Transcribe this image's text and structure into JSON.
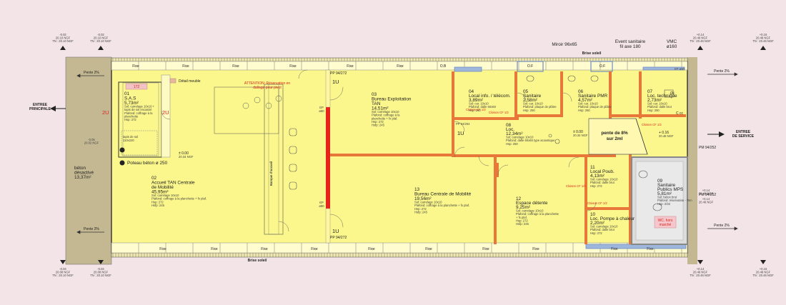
{
  "colors": {
    "background": "#f3e4e7",
    "room_fill": "#fbf78c",
    "exterior_fill": "#c4b892",
    "wall_dark": "#444444",
    "partition_orange": "#e8783a",
    "fire_wall_red": "#e8231c",
    "window_blue": "#6e8fc4",
    "wc_gray": "#a9a9a9"
  },
  "entrances": {
    "main": "ENTREE\nPRINCIPALE",
    "service": "ENTREE\nDE SERVICE"
  },
  "top_labels": {
    "mirror": "Miroir 96x65",
    "event": "Event sanitaire\nfil axe 180",
    "vmc": "VMC\nø160",
    "brise_top": "Brise soleil",
    "brise_bottom": "Brise soleil"
  },
  "slopes": {
    "left_top": "Pente 2%",
    "left_bottom": "Pente 2%",
    "right_top": "Pente 2%",
    "right_bottom": "Pente 2%",
    "slope_8": "pente de 8%\nsur 2ml"
  },
  "levels": {
    "top_left_1": "-0.02\n20.10 NGF\nTN : 20.10 NGF",
    "top_left_2": "-0.02\n20.10 NGF\nTN : 20.10 NGF",
    "top_right_1": "+0.14\n20.46 NGF\nTN : 20.46 NGF",
    "top_right_2": "+0.16\n20.48 NGF\nTN : 20.46 NGF",
    "bot_left_1": "-0.04\n20.08 NGF\nTN : 20.10 NGF",
    "bot_left_2": "-0.04\n20.08 NGF\nTN : 20.10 NGF",
    "bot_right_1": "+0.14\n20.46 NGF\nTN : 20.46 NGF",
    "bot_right_2": "+0.16\n20.48 NGF\nTN : 20.46 NGF",
    "left_mid": "-0.05\n20.02 NGF",
    "main_entry": "± 0.00\n20.34 NGF",
    "loc_08": "± 0.00\n20.34 NGF",
    "loc_08b": "+ 0.16\n20.48 NGF",
    "right_a": "+0.14\n20.46 NGF",
    "right_b": "+0.14\n20.46 NGF"
  },
  "rooms": {
    "r01": {
      "name": "01\nS.A.S",
      "area": "5,73m²",
      "details": "Sol: carrelage 10x10 +\ntapis de sol encastré\nPlafond: coffrage à la\nplanchette\nHsp: 272"
    },
    "r02": {
      "name": "02\nAccueil TAN Centrale\nde Mobilité",
      "area": "45,95m²",
      "details": "Sol: carrelage 10x10\nPlafond: coffrage à la planchette + fx plaf.\nHsp: 272\nHsfp: 245"
    },
    "r03": {
      "name": "03\nBureau Exploitation\nTAN",
      "area": "14,51m²",
      "details": "Sol: carrelage 10x10\nPlafond: coffrage à la\nplanchette + fx plaf.\nHsp: 272\nHsfp: 245"
    },
    "r04": {
      "name": "04\nLocal info. / télécom.",
      "area": "3,89m²",
      "details": "Sol: car. 10x10\nPlafond: dalle 60x60\nHsp: 250"
    },
    "r05": {
      "name": "05\nSanitaire",
      "area": "2,58m²",
      "details": "Sol: car. 10x10\nPlafond: plaque de plâtre\nHsp: 250"
    },
    "r06": {
      "name": "06\nSanitaire PMR",
      "area": "4,57m²",
      "details": "Sol: car. 10x10\nPlafond: plaque de plâtre\nHsp: 250"
    },
    "r07": {
      "name": "07\nLoc. technique",
      "area": "2,73m²",
      "details": "Sol: car. 10x10\nPlafond: dalle brut\nHsp: 250"
    },
    "r08": {
      "name": "08\nLoc.",
      "area": "12,34m²",
      "details": "Sol: carrelage 10x10\nPlafond: dalle 60x60 type acoustique\nHsp: 250"
    },
    "r09": {
      "name": "09\nSanitaire\nPublics MPS",
      "area": "5,81m²",
      "details": "Sol: béton brut\nPlafond: réservation - Tsm\nHsp: 2/32"
    },
    "r10": {
      "name": "10\nLoc. Pompe à chaleur",
      "area": "2,20m²",
      "details": "Sol: carrelage 10x10\nPlafond: dalle brut\nHsp: 272"
    },
    "r11": {
      "name": "11\nLocal Poub.",
      "area": "4,13m²",
      "details": "Sol: carrelage 10x10\nPlafond: dalle brut\nHsp: 272"
    },
    "r12": {
      "name": "12\nEspace détente",
      "area": "9,25m²",
      "details": "Sol: carrelage 10x10\nPlafond: coffrage à la planchette\n+ fx plaf.\nHsp: 272\nHsfp: 245"
    },
    "r13": {
      "name": "13\nBureau Centrale de Mobilité",
      "area": "19,56m²",
      "details": "Sol: carrelage 10x10\nPlafond: coffrage à la planchette + fx plaf.\nHsp: 272\nHsfp: 245"
    },
    "beton": {
      "name": "béton\ndésactivé",
      "area": "13,37m²"
    }
  },
  "annotations": {
    "detail_meuble": "Détail meuble",
    "attention": "ATTENTION: Réservation en\ndallage pour pivot",
    "poteau": "Poteau béton ø 250",
    "tapis": "tapis de sol\n110x220",
    "wc_hors": "WC. hors\nmarché",
    "room_172": "172",
    "mark_2u_1": "2U",
    "mark_2u_2": "2U",
    "mark_1u_1": "1U",
    "mark_1u_2": "1U",
    "mark_1u_3": "1U",
    "pp_top": "PP 94/272",
    "pp_bottom": "PP 94/272",
    "pp_mid": "PP 94/204",
    "pm": "PM 94/252",
    "pm2": "PM 94/252",
    "ep1": "EP\nø80",
    "ep2": "EP\nø80",
    "ep3": "EP ø80",
    "cf1": "Cloison CF 1/2",
    "cf2": "Cloison CF 1/2",
    "cf3": "Cloison CF 1/2",
    "cf4": "Cloison CF 1/2",
    "cf5": "Cloison CF 1/2",
    "cc": "C cc",
    "pi": "Pi",
    "banquette": "Banque d'accueil"
  },
  "window_labels": [
    "Fixe",
    "Fixe",
    "Fixe",
    "Fixe",
    "Fixe",
    "Fixe",
    "O.B",
    "O.F",
    "O.F",
    "Fixe",
    "Fixe",
    "Fixe",
    "Fixe",
    "Fixe",
    "Fixe",
    "Fixe",
    "Fixe",
    "Fixe",
    "Fixe"
  ]
}
